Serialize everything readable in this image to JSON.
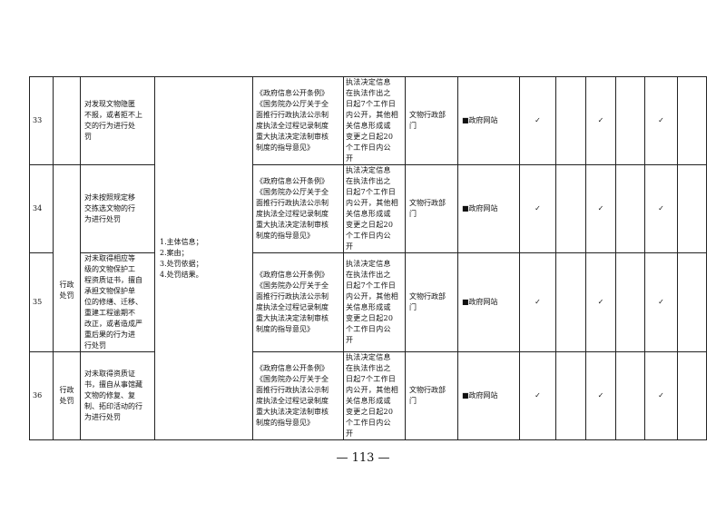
{
  "rows": [
    {
      "num": "33",
      "category": [],
      "item": [
        "对发现文物隐匿",
        "不报，或者拒不上",
        "交的行为进行处",
        "罚"
      ],
      "basis": [
        "《政府信息公开条例》",
        "《国务院办公厅关于全",
        "面推行行政执法公示制",
        "度执法全过程记录制度",
        "重大执法决定法制审核",
        "制度的指导意见》"
      ],
      "time": [
        "执法决定信息",
        "在执法作出之",
        "日起7个工作日",
        "内公开，其他相",
        "关信息形成或",
        "变更之日起20",
        "个工作日内公",
        "开"
      ],
      "dept": [
        "文物行政部",
        "门"
      ],
      "channel": "■政府网站",
      "checks": [
        "✓",
        "",
        "✓",
        "",
        "✓",
        ""
      ]
    },
    {
      "num": "34",
      "category": [],
      "item": [
        "对未按照规定移",
        "交拣选文物的行",
        "为进行处罚"
      ],
      "basis": [
        "《政府信息公开条例》",
        "《国务院办公厅关于全",
        "面推行行政执法公示制",
        "度执法全过程记录制度",
        "重大执法决定法制审核",
        "制度的指导意见》"
      ],
      "time": [
        "执法决定信息",
        "在执法作出之",
        "日起7个工作日",
        "内公开，其他相",
        "关信息形成或",
        "变更之日起20",
        "个工作日内公",
        "开"
      ],
      "dept": [
        "文物行政部",
        "门"
      ],
      "channel": "■政府网站",
      "checks": [
        "✓",
        "",
        "✓",
        "",
        "✓",
        ""
      ]
    },
    {
      "num": "35",
      "category": [],
      "item": [
        "对未取得相应等",
        "级的文物保护工",
        "程资质证书，擅自",
        "承担文物保护单",
        "位的修缮、迁移、",
        "重建工程逾期不",
        "改正，或者造成严",
        "重后果的行为进",
        "行处罚"
      ],
      "basis": [
        "《政府信息公开条例》",
        "《国务院办公厅关于全",
        "面推行行政执法公示制",
        "度执法全过程记录制度",
        "重大执法决定法制审核",
        "制度的指导意见》"
      ],
      "time": [
        "执法决定信息",
        "在执法作出之",
        "日起7个工作日",
        "内公开，其他相",
        "关信息形成或",
        "变更之日起20",
        "个工作日内公",
        "开"
      ],
      "dept": [
        "文物行政部",
        "门"
      ],
      "channel": "■政府网站",
      "checks": [
        "✓",
        "",
        "✓",
        "",
        "✓",
        ""
      ]
    },
    {
      "num": "36",
      "category": [
        "行政",
        "处罚"
      ],
      "item": [
        "对未取得资质证",
        "书，擅自从事馆藏",
        "文物的修复、复",
        "制、拓印活动的行",
        "为进行处罚"
      ],
      "basis": [
        "《政府信息公开条例》",
        "《国务院办公厅关于全",
        "面推行行政执法公示制",
        "度执法全过程记录制度",
        "重大执法决定法制审核",
        "制度的指导意见》"
      ],
      "time": [
        "执法决定信息",
        "在执法作出之",
        "日起7个工作日",
        "内公开，其他相",
        "关信息形成或",
        "变更之日起20",
        "个工作日内公",
        "开"
      ],
      "dept": [
        "文物行政部",
        "门"
      ],
      "channel": "■政府网站",
      "checks": [
        "✓",
        "",
        "✓",
        "",
        "✓",
        ""
      ]
    }
  ],
  "merged_category": [
    "行政",
    "处罚"
  ],
  "merged_content": [
    "1.主体信息；",
    "2.案由；",
    "3.处罚依据；",
    "4.处罚结果。"
  ],
  "page_number": "— 113 —"
}
